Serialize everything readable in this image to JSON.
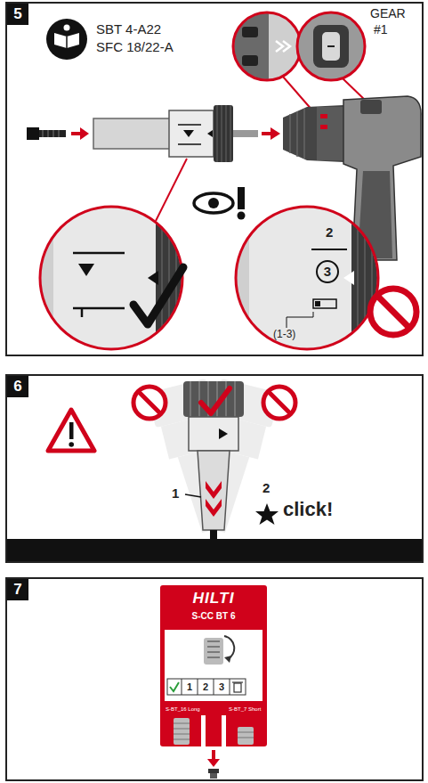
{
  "diagram": {
    "nodes": [
      {
        "text": [
          "5"
        ]
      },
      {
        "text": [
          "6"
        ]
      },
      {
        "text": [
          "7"
        ]
      },
      {
        "text": [
          "HILTI",
          "S-CC BT 6"
        ],
        "in": 2
      }
    ],
    "labels": [
      "SBT 4-A22",
      "SFC 18/22-A",
      "GEAR",
      "#1",
      "2",
      "3",
      "(1-3)",
      "1",
      "2",
      "click!",
      "1",
      "2",
      "3",
      "S-BT_16 Long",
      "S-BT_7 Short"
    ]
  }
}
